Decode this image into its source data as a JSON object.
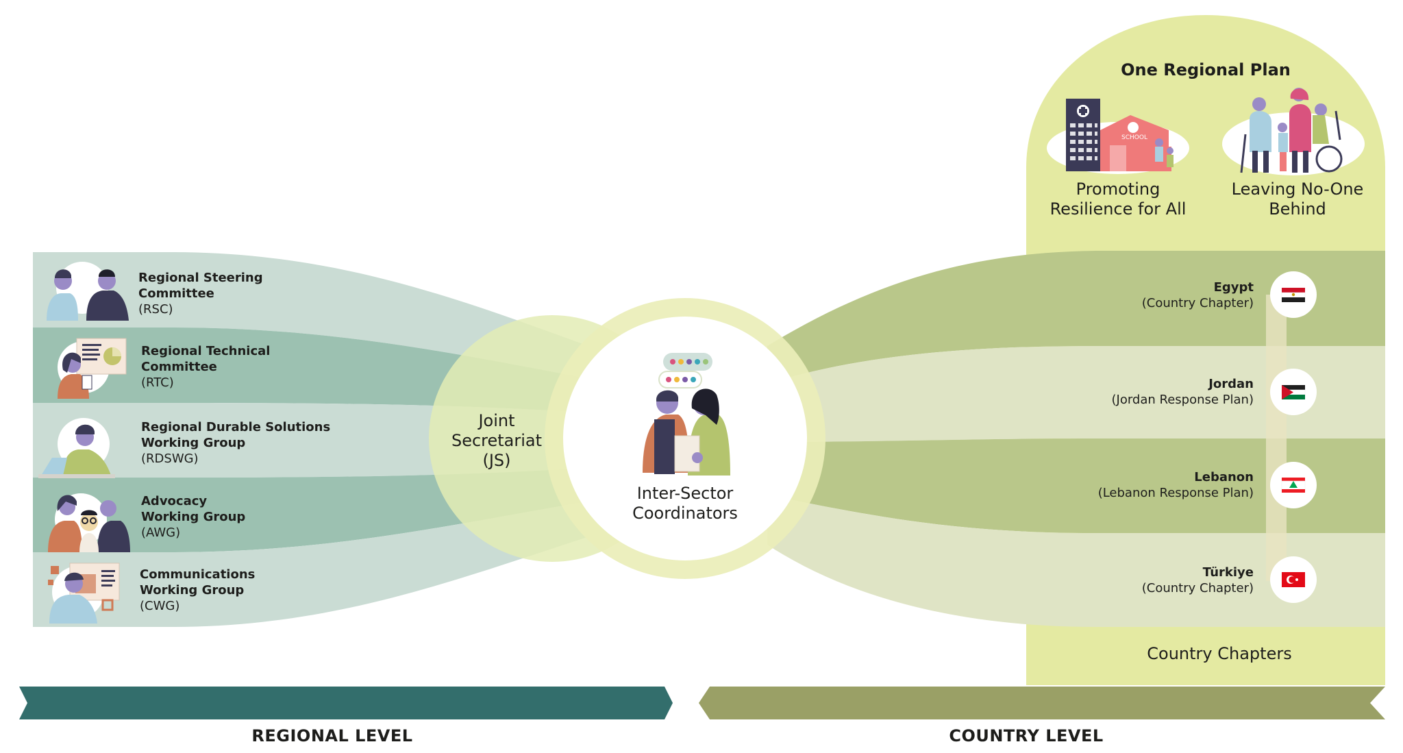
{
  "regional_groups": [
    {
      "name_line1": "Regional Steering",
      "name_line2": "Committee",
      "abbr": "(RSC)"
    },
    {
      "name_line1": "Regional Technical",
      "name_line2": "Committee",
      "abbr": "(RTC)"
    },
    {
      "name_line1": "Regional Durable Solutions",
      "name_line2": "Working Group",
      "abbr": "(RDSWG)"
    },
    {
      "name_line1": "Advocacy",
      "name_line2": "Working Group",
      "abbr": "(AWG)"
    },
    {
      "name_line1": "Communications",
      "name_line2": "Working Group",
      "abbr": "(CWG)"
    }
  ],
  "joint_secretariat": {
    "line1": "Joint",
    "line2": "Secretariat",
    "line3": "(JS)"
  },
  "inter_sector": {
    "line1": "Inter-Sector",
    "line2": "Coordinators"
  },
  "plan": {
    "title": "One Regional Plan",
    "pillar1": {
      "line1": "Promoting",
      "line2": "Resilience for All"
    },
    "pillar2": {
      "line1": "Leaving No-One",
      "line2": "Behind"
    },
    "school_sign": "SCHOOL"
  },
  "countries": [
    {
      "name": "Egypt",
      "plan": "(Country Chapter)",
      "flag": "egypt-flag"
    },
    {
      "name": "Jordan",
      "plan": "(Jordan Response Plan)",
      "flag": "jordan-flag"
    },
    {
      "name": "Lebanon",
      "plan": "(Lebanon Response Plan)",
      "flag": "lebanon-flag"
    },
    {
      "name": "Türkiye",
      "plan": "(Country Chapter)",
      "flag": "turkiye-flag"
    }
  ],
  "country_chapters_label": "Country Chapters",
  "levels": {
    "regional": "REGIONAL LEVEL",
    "country": "COUNTRY LEVEL"
  },
  "colors": {
    "regional_light": "#cadcd4",
    "regional_dark": "#9cc1b1",
    "country_dark": "#b9c78a",
    "country_light": "#dfe4c5",
    "plan_bg": "#e4eaa2",
    "regional_banner": "#336e6c",
    "country_banner": "#9aa066",
    "circle_ring": "#eaeeb8"
  }
}
